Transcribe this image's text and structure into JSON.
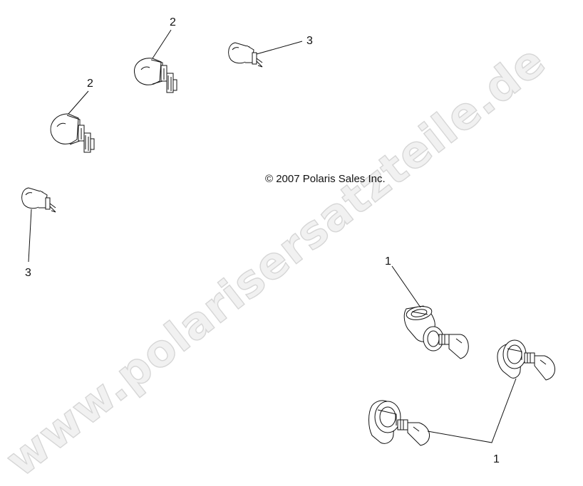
{
  "watermark": "www.polarisersatzteile.de",
  "copyright": "© 2007 Polaris Sales Inc.",
  "callouts": {
    "c1_top": "1",
    "c1_bottom": "1",
    "c2_upper": "2",
    "c2_lower": "2",
    "c3_upper": "3",
    "c3_lower": "3"
  },
  "colors": {
    "line": "#111111",
    "watermark_fill": "#f1f1f1",
    "watermark_stroke": "#d6d6d6"
  }
}
